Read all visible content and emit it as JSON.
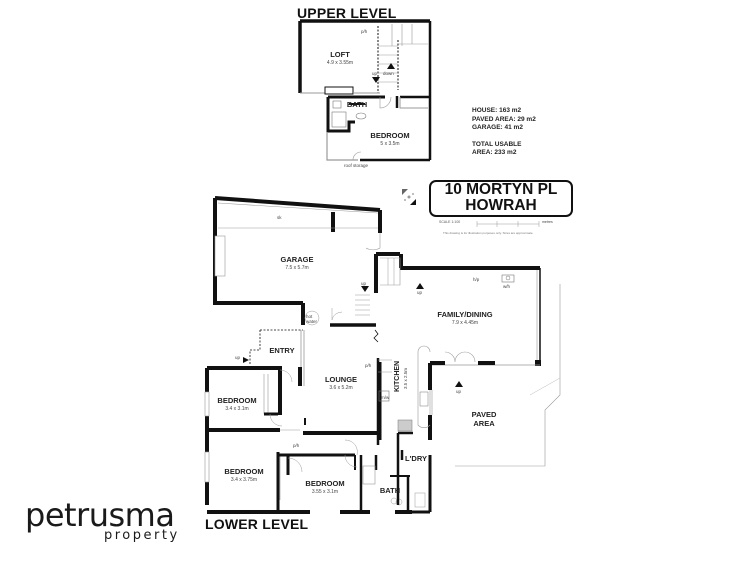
{
  "upper_level": {
    "title": "UPPER LEVEL",
    "rooms": [
      {
        "name": "LOFT",
        "dims": "4.9 x 3.55m"
      },
      {
        "name": "BATH",
        "dims": ""
      },
      {
        "name": "BEDROOM",
        "dims": "5 x 3.5m"
      }
    ],
    "annotations": {
      "ph": "p/h",
      "up": "up",
      "down": "down",
      "roof_storage": "roof storage"
    }
  },
  "areas": {
    "house": "HOUSE: 163 m2",
    "paved": "PAVED AREA: 29 m2",
    "garage": "GARAGE: 41 m2",
    "total_line1": "TOTAL USABLE",
    "total_line2": "AREA: 233 m2"
  },
  "address": {
    "line1": "10 MORTYN PL",
    "line2": "HOWRAH"
  },
  "scale": {
    "label": "SCALE 1:100",
    "ticks": [
      "0",
      "1",
      "2",
      "3"
    ],
    "unit": "metres",
    "note": "This drawing is for illustration purposes only. Sizes are approximate."
  },
  "compass": {
    "icon": "compass-icon"
  },
  "lower_level": {
    "title": "LOWER LEVEL",
    "rooms": [
      {
        "name": "GARAGE",
        "dims": "7.5 x 5.7m"
      },
      {
        "name": "FAMILY/DINING",
        "dims": "7.9 x 4.45m"
      },
      {
        "name": "ENTRY",
        "dims": ""
      },
      {
        "name": "LOUNGE",
        "dims": "3.6 x 5.2m"
      },
      {
        "name": "KITCHEN",
        "dims": "3.5 x 2.5m"
      },
      {
        "name": "PAVED",
        "dims": "AREA"
      },
      {
        "name": "BEDROOM",
        "dims": "3.4 x 3.1m"
      },
      {
        "name": "BEDROOM",
        "dims": "3.4 x 3.75m"
      },
      {
        "name": "BEDROOM",
        "dims": "3.55 x 3.1m"
      },
      {
        "name": "BATH",
        "dims": ""
      },
      {
        "name": "L'DRY",
        "dims": ""
      }
    ],
    "annotations": {
      "sk": "sk",
      "up_garage": "up",
      "up_family": "up",
      "up_paved": "up",
      "up_entry": "up",
      "hp": "h/p",
      "wh": "w/h",
      "hot_water": "hot water",
      "ph_lounge": "p/h",
      "ph_hall": "p/h",
      "mw": "m/w"
    }
  },
  "brand": {
    "name": "petrusma",
    "sub": "property"
  },
  "colors": {
    "wall": "#111111",
    "background": "#ffffff",
    "thin_line": "#999999"
  }
}
